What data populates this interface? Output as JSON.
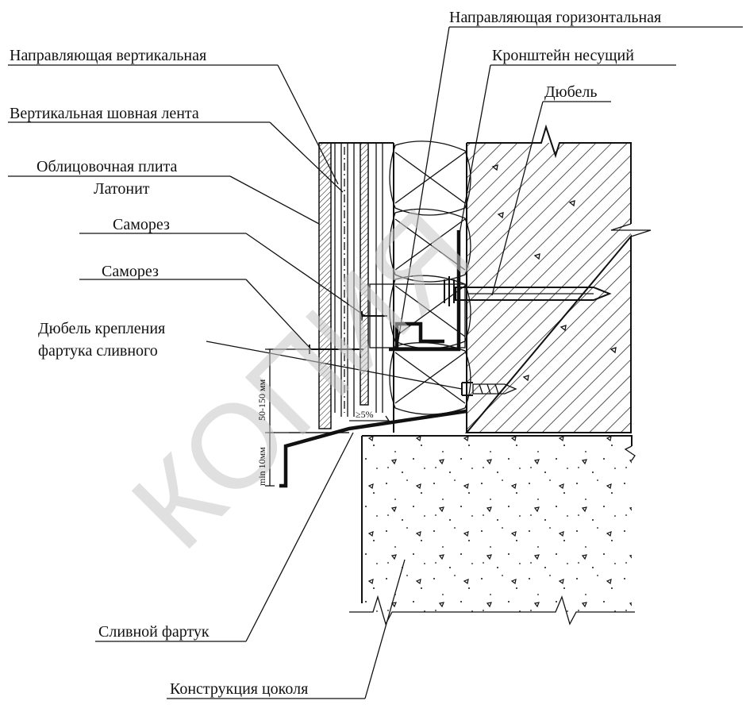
{
  "labels": {
    "horizontal_guide": "Направляющая горизонтальная",
    "vertical_guide": "Направляющая вертикальная",
    "load_bracket": "Кронштейн несущий",
    "dowel": "Дюбель",
    "seam_tape": "Вертикальная шовная лента",
    "facing_plate_line1": "Облицовочная плита",
    "facing_plate_line2": "Латонит",
    "screw_1": "Саморез",
    "screw_2": "Саморез",
    "apron_dowel_line1": "Дюбель крепления",
    "apron_dowel_line2": "фартука сливного",
    "drip_apron": "Сливной фартук",
    "plinth_structure": "Конструкция цоколя"
  },
  "dimensions": {
    "gap_range": "50-150 мм",
    "min_gap": "min 10мм",
    "slope": "≥5%"
  },
  "watermark": "КОПИЯ",
  "colors": {
    "line": "#111111",
    "watermark": "#c8c8c8",
    "background": "#ffffff"
  }
}
